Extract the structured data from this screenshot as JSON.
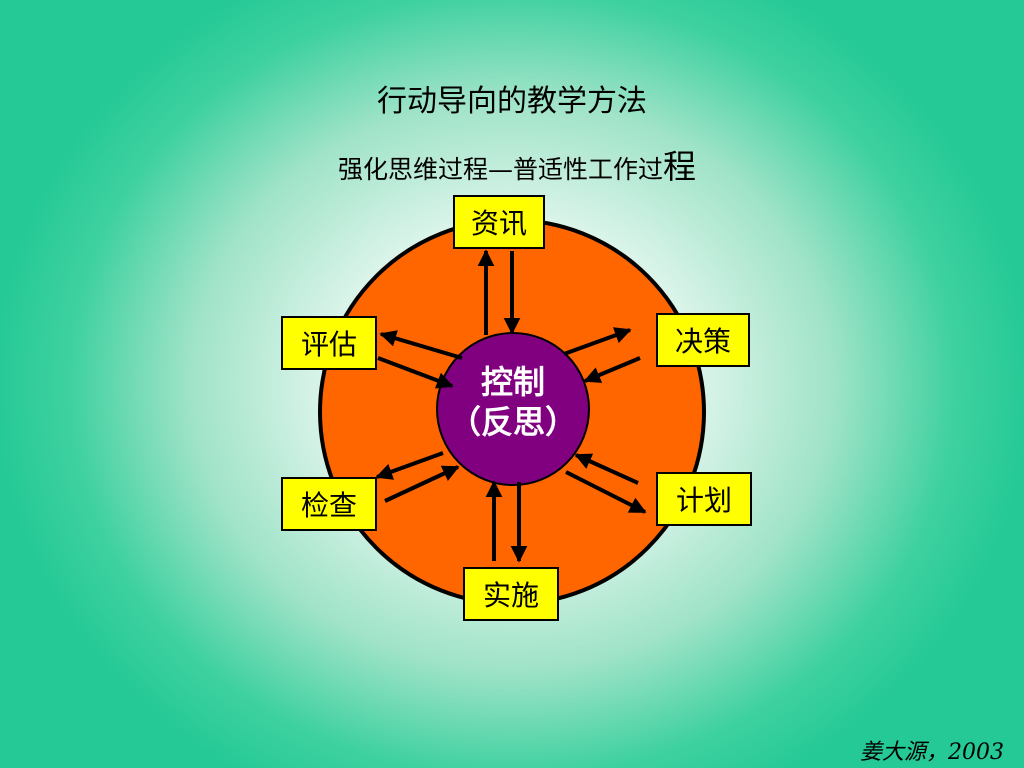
{
  "slide": {
    "title": "行动导向的教学方法",
    "subtitle_main": "强化思维过程—普适性工作过",
    "subtitle_last": "程",
    "signature": "姜大源，2003"
  },
  "diagram": {
    "center": {
      "line1": "控制",
      "line2": "（反思）"
    },
    "steps": {
      "info": "资讯",
      "decide": "决策",
      "plan": "计划",
      "implement": "实施",
      "check": "检查",
      "evaluate": "评估"
    },
    "colors": {
      "outer_circle": "#ff6600",
      "inner_circle": "#800080",
      "box_fill": "#ffff00",
      "background_edge": "#24c995"
    }
  }
}
